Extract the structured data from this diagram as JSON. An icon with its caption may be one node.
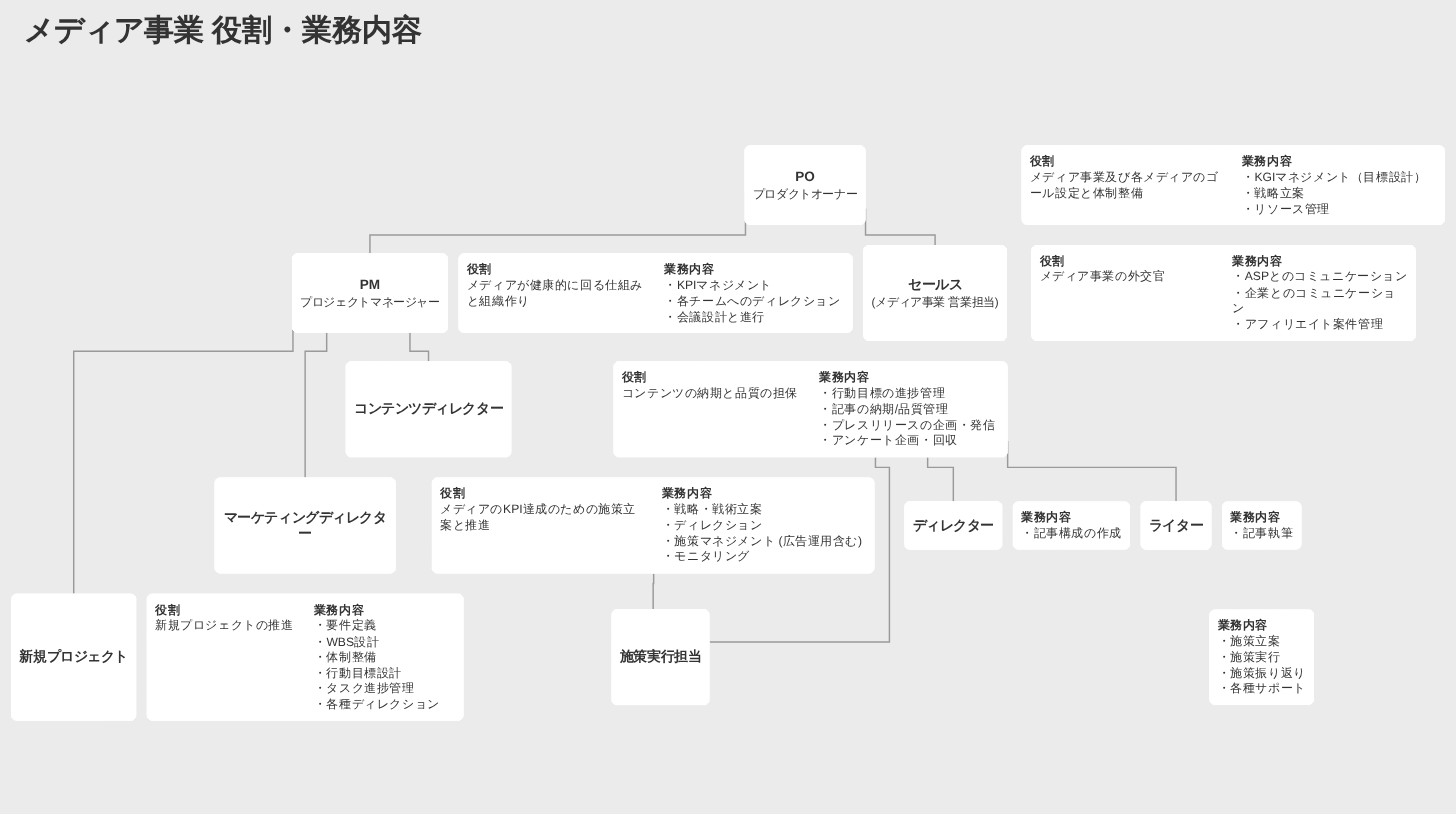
{
  "diagram": {
    "title": "メディア事業 役割・業務内容",
    "nodes": [
      {
        "text": [
          "PO",
          "プロダクトオーナー"
        ]
      },
      {
        "text": [
          "役割",
          "メディア事業及び各メディアのゴール設定と体制整備",
          "業務内容",
          "・KGIマネジメント（目標設計）",
          "・戦略立案",
          "・リソース管理"
        ]
      },
      {
        "text": [
          "セールス",
          "(メディア事業 営業担当)"
        ]
      },
      {
        "text": [
          "役割",
          "メディア事業の外交官",
          "業務内容",
          "・ASPとのコミュニケーション",
          "・企業とのコミュニケーション",
          "・アフィリエイト案件管理"
        ]
      },
      {
        "text": [
          "PM",
          "プロジェクトマネージャー"
        ]
      },
      {
        "text": [
          "役割",
          "メディアが健康的に回る仕組みと組織作り",
          "業務内容",
          "・KPIマネジメント",
          "・各チームへのディレクション",
          "・会議設計と進行"
        ]
      },
      {
        "text": [
          "コンテンツディレクター"
        ]
      },
      {
        "text": [
          "役割",
          "コンテンツの納期と品質の担保",
          "業務内容",
          "・行動目標の進捗管理",
          "・記事の納期/品質管理",
          "・プレスリリースの企画・発信",
          "・アンケート企画・回収"
        ]
      },
      {
        "text": [
          "ディレクター"
        ]
      },
      {
        "text": [
          "業務内容",
          "・記事構成の作成"
        ]
      },
      {
        "text": [
          "ライター"
        ]
      },
      {
        "text": [
          "業務内容",
          "・記事執筆"
        ]
      },
      {
        "text": [
          "マーケティングディレクター"
        ]
      },
      {
        "text": [
          "役割",
          "メディアのKPI達成のための施策立案と推進",
          "業務内容",
          "・戦略・戦術立案",
          "・ディレクション",
          "・施策マネジメント (広告運用含む)",
          "・モニタリング"
        ]
      },
      {
        "text": [
          "施策実行担当"
        ]
      },
      {
        "text": [
          "業務内容",
          "・施策立案",
          "・施策実行",
          "・施策振り返り",
          "・各種サポート"
        ]
      },
      {
        "text": [
          "新規プロジェクト"
        ]
      },
      {
        "text": [
          "役割",
          "新規プロジェクトの推進",
          "業務内容",
          "・要件定義",
          "・WBS設計",
          "・体制整備",
          "・行動目標設計",
          "・タスク進捗管理",
          "・各種ディレクション"
        ]
      }
    ],
    "edges": [
      {
        "from": 0,
        "to": 4,
        "arrow": "none"
      },
      {
        "from": 0,
        "to": 2,
        "arrow": "none"
      },
      {
        "from": 4,
        "to": 16,
        "arrow": "none"
      },
      {
        "from": 4,
        "to": 12,
        "arrow": "none"
      },
      {
        "from": 4,
        "to": 6,
        "arrow": "none"
      },
      {
        "from": 7,
        "to": 14,
        "arrow": "none"
      },
      {
        "from": 7,
        "to": 8,
        "arrow": "none"
      },
      {
        "from": 7,
        "to": 10,
        "arrow": "none"
      },
      {
        "from": 13,
        "to": 14,
        "arrow": "none"
      }
    ]
  }
}
